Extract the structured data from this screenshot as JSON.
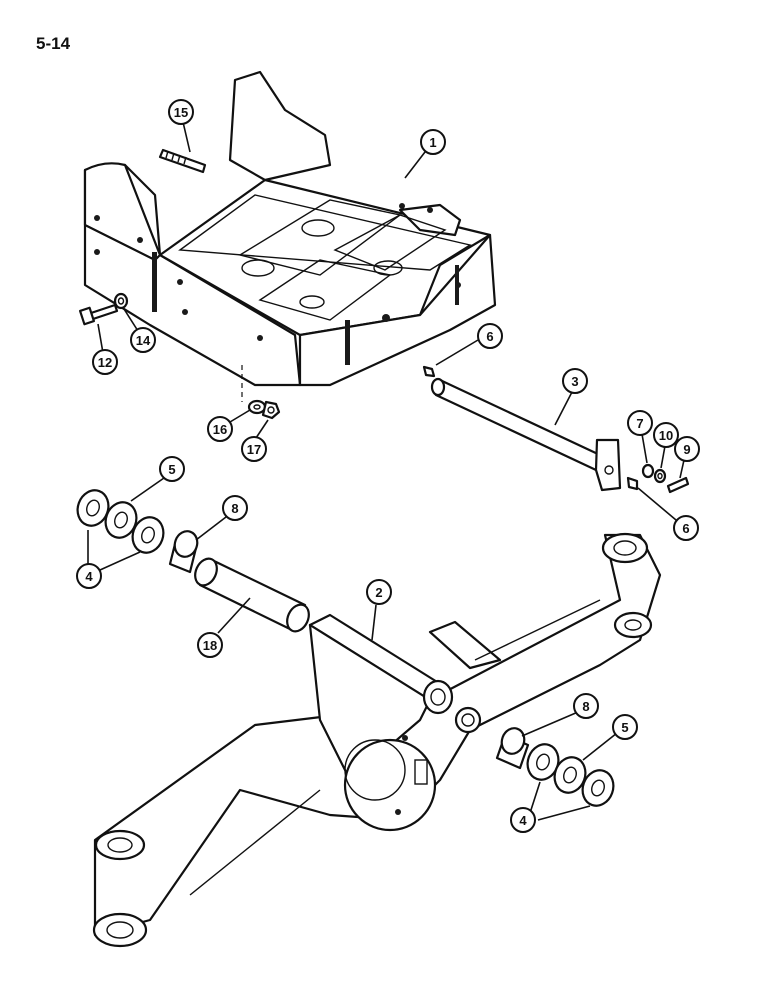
{
  "page_number": "5-14",
  "callouts": [
    {
      "id": "c1",
      "label": "1"
    },
    {
      "id": "c15",
      "label": "15"
    },
    {
      "id": "c14",
      "label": "14"
    },
    {
      "id": "c12",
      "label": "12"
    },
    {
      "id": "c6a",
      "label": "6"
    },
    {
      "id": "c3",
      "label": "3"
    },
    {
      "id": "c16",
      "label": "16"
    },
    {
      "id": "c17",
      "label": "17"
    },
    {
      "id": "c7",
      "label": "7"
    },
    {
      "id": "c10",
      "label": "10"
    },
    {
      "id": "c9",
      "label": "9"
    },
    {
      "id": "c6b",
      "label": "6"
    },
    {
      "id": "c5a",
      "label": "5"
    },
    {
      "id": "c8a",
      "label": "8"
    },
    {
      "id": "c4a",
      "label": "4"
    },
    {
      "id": "c2",
      "label": "2"
    },
    {
      "id": "c18",
      "label": "18"
    },
    {
      "id": "c8b",
      "label": "8"
    },
    {
      "id": "c5b",
      "label": "5"
    },
    {
      "id": "c4b",
      "label": "4"
    }
  ]
}
